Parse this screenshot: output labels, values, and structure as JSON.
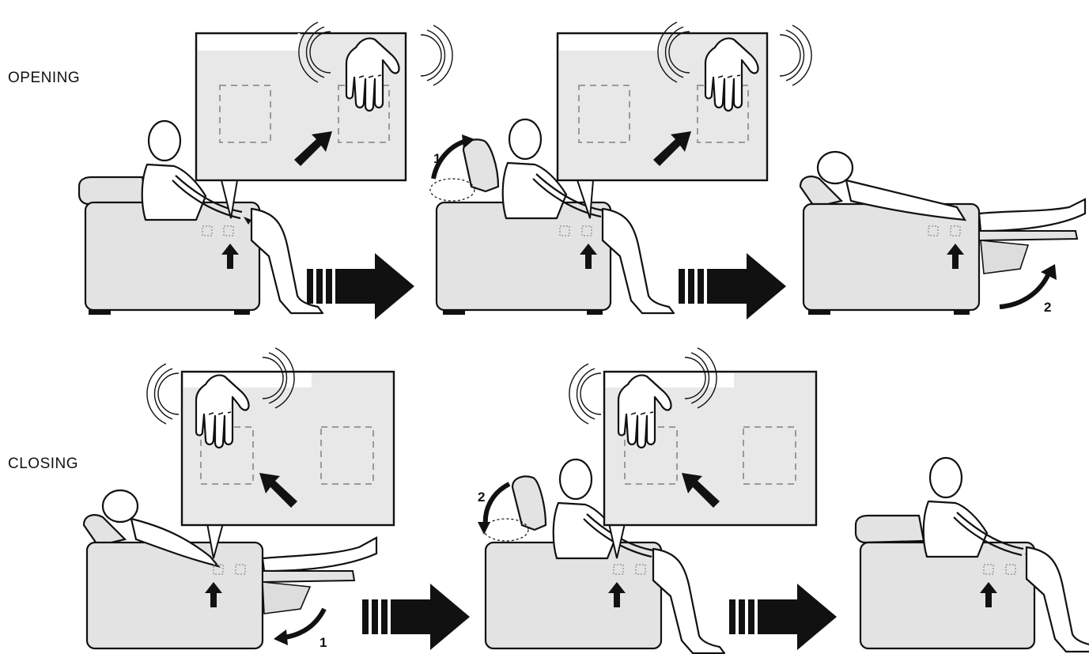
{
  "rows": {
    "opening": {
      "label": "OPENING"
    },
    "closing": {
      "label": "CLOSING"
    }
  },
  "step_numbers": {
    "open_headrest": "1",
    "open_footrest": "2",
    "close_footrest": "1",
    "close_headrest": "2"
  },
  "colors": {
    "sofa_fill": "#e3e3e3",
    "panel_fill": "#e8e8e8",
    "outline": "#111111",
    "dashed": "#9a9a9a",
    "arrow": "#111111"
  },
  "icons": [
    "hand-gesture-icon",
    "motion-arrow-icon",
    "progress-arrow-icon",
    "push-arrow-icon",
    "sensor-zone-icon"
  ]
}
